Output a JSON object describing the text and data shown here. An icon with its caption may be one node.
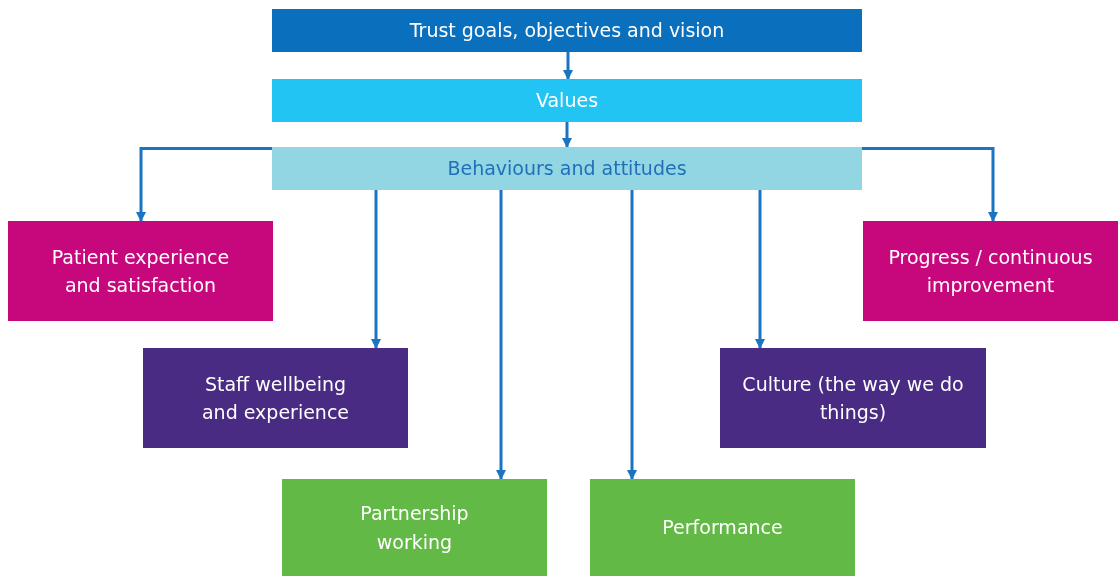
{
  "diagram": {
    "nodes": [
      {
        "text": [
          "Trust goals, objectives and vision"
        ]
      },
      {
        "text": [
          "Values"
        ]
      },
      {
        "text": [
          "Behaviours and attitudes"
        ]
      },
      {
        "text": [
          "Patient experience and satisfaction"
        ]
      },
      {
        "text": [
          "Progress / continuous improvement"
        ]
      },
      {
        "text": [
          "Staff wellbeing and experience"
        ]
      },
      {
        "text": [
          "Culture (the way we do things)"
        ]
      },
      {
        "text": [
          "Partnership working"
        ]
      },
      {
        "text": [
          "Performance"
        ]
      }
    ],
    "edges": [
      {
        "from": 0,
        "to": 1,
        "arrow": "to"
      },
      {
        "from": 1,
        "to": 2,
        "arrow": "to"
      },
      {
        "from": 2,
        "to": 3,
        "arrow": "to"
      },
      {
        "from": 2,
        "to": 4,
        "arrow": "to"
      },
      {
        "from": 2,
        "to": 5,
        "arrow": "to"
      },
      {
        "from": 2,
        "to": 7,
        "arrow": "to"
      },
      {
        "from": 2,
        "to": 8,
        "arrow": "to"
      },
      {
        "from": 2,
        "to": 6,
        "arrow": "to"
      }
    ]
  }
}
